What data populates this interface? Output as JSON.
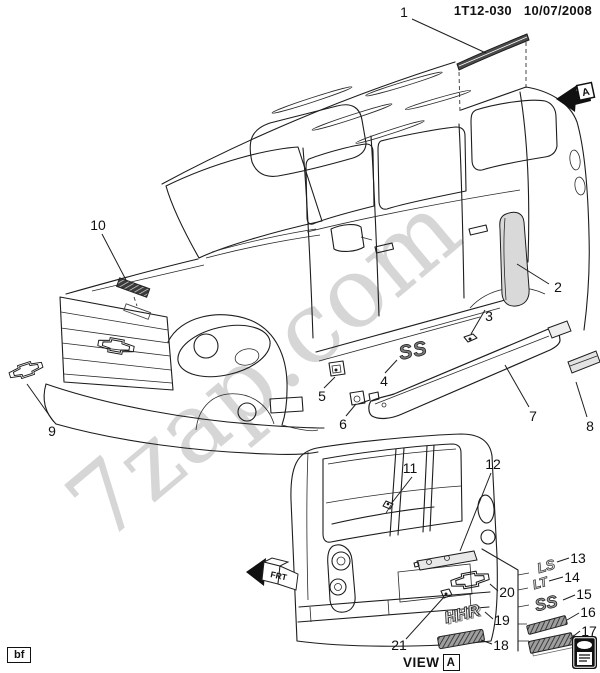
{
  "header": {
    "code": "1T12-030",
    "date": "10/07/2008"
  },
  "watermark": {
    "text": "7zap.com"
  },
  "labels": {
    "view": "VIEW",
    "view_ref": "A",
    "arrow_ref": "A",
    "frt": "FRT",
    "corner_code": "bf"
  },
  "emblems": {
    "side_ss": "SS",
    "ls": "LS",
    "lt": "LT",
    "stack_ss": "SS",
    "hhr": "HHR"
  },
  "callouts": [
    {
      "num": "1"
    },
    {
      "num": "2"
    },
    {
      "num": "3"
    },
    {
      "num": "4"
    },
    {
      "num": "5"
    },
    {
      "num": "6"
    },
    {
      "num": "7"
    },
    {
      "num": "8"
    },
    {
      "num": "9"
    },
    {
      "num": "10"
    },
    {
      "num": "11"
    },
    {
      "num": "12"
    },
    {
      "num": "13"
    },
    {
      "num": "14"
    },
    {
      "num": "15"
    },
    {
      "num": "16"
    },
    {
      "num": "17"
    },
    {
      "num": "18"
    },
    {
      "num": "19"
    },
    {
      "num": "20"
    },
    {
      "num": "21"
    }
  ],
  "colors": {
    "line": "#1d1d1d",
    "watermark": "#bdbdbd",
    "molding_fill": "#d9d9d9"
  }
}
